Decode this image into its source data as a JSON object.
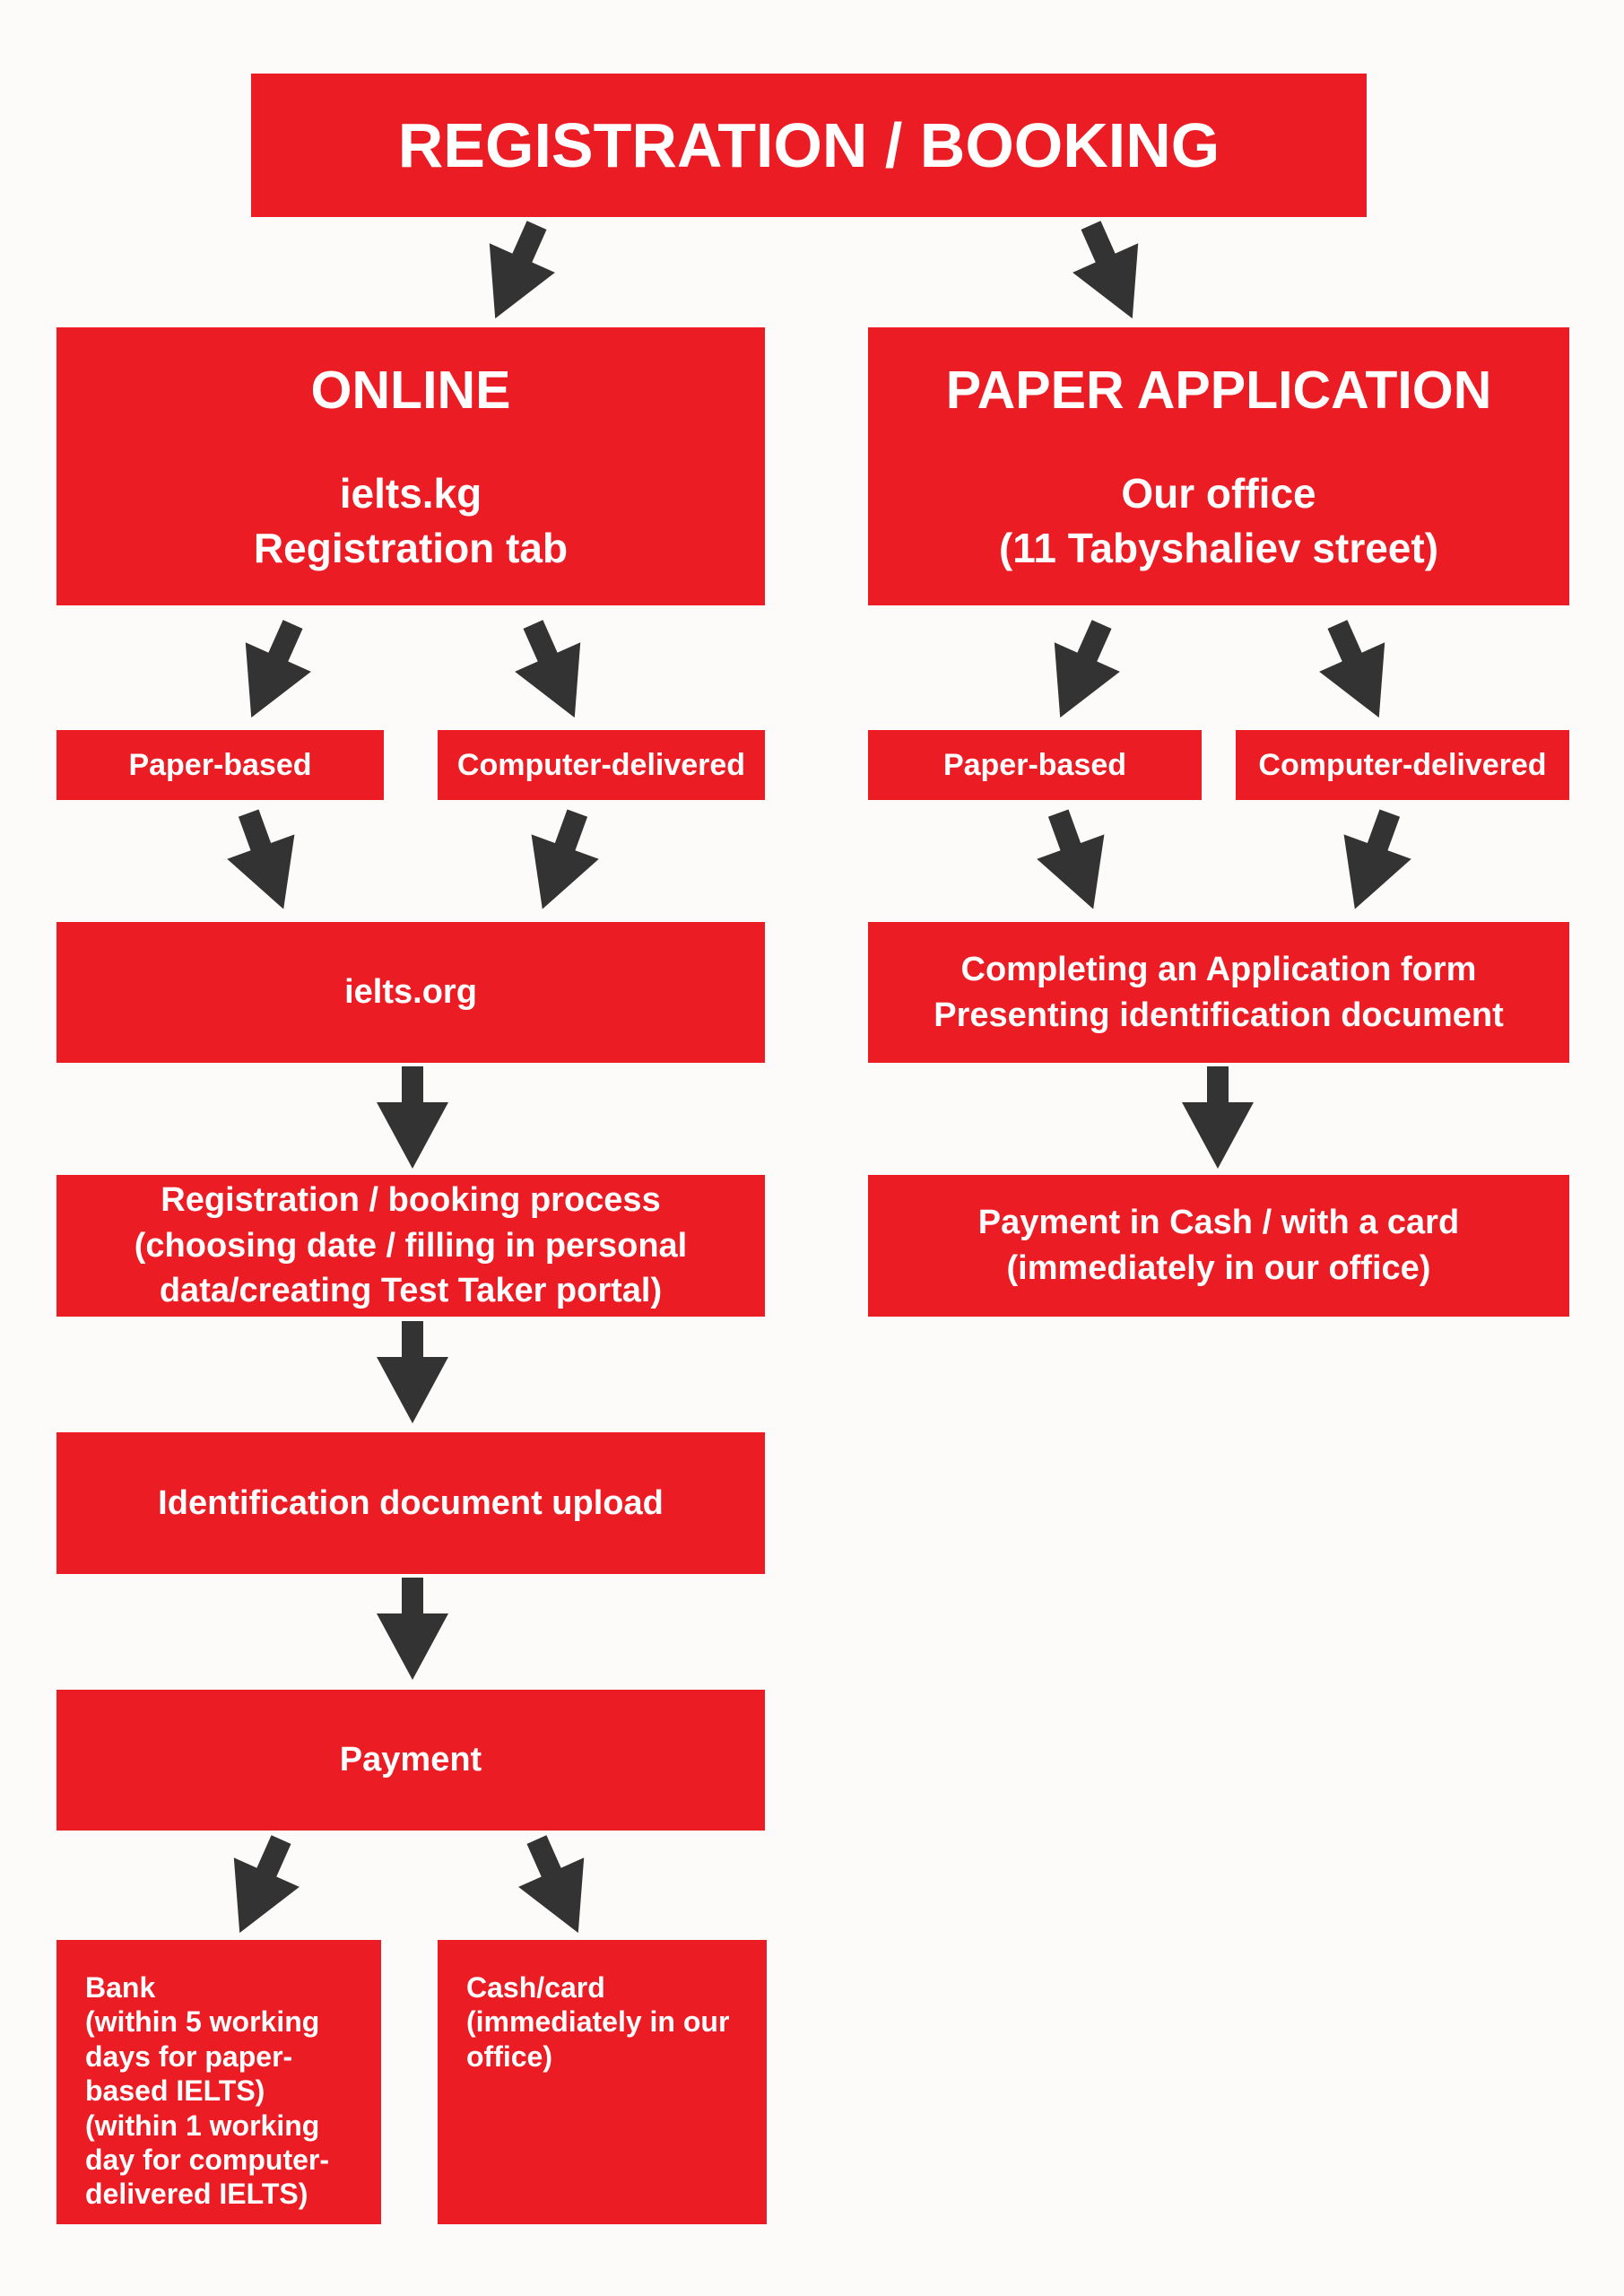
{
  "colors": {
    "box_red": "#EC1C24",
    "arrow_gray": "#333333",
    "text_white": "#FFFFFF",
    "background": "#FCFBFA"
  },
  "flowchart": {
    "title": "REGISTRATION / BOOKING",
    "online_branch": {
      "header": {
        "title": "ONLINE",
        "subtitle": "ielts.kg\nRegistration tab"
      },
      "paper_based_label": "Paper-based",
      "computer_delivered_label": "Computer-delivered",
      "ielts_org_label": "ielts.org",
      "registration_process": "Registration / booking process\n(choosing date / filling in personal\ndata/creating Test Taker portal)",
      "identification_upload": "Identification document upload",
      "payment_label": "Payment",
      "bank_option": "Bank\n(within 5 working days for paper-based IELTS)\n(within 1 working day for computer-delivered IELTS)",
      "cash_card_option": "Cash/card\n(immediately in our office)"
    },
    "paper_branch": {
      "header": {
        "title": "PAPER APPLICATION",
        "subtitle": "Our office\n(11 Tabyshaliev street)"
      },
      "paper_based_label": "Paper-based",
      "computer_delivered_label": "Computer-delivered",
      "application_step": "Completing an Application form\nPresenting identification document",
      "payment_step": "Payment in Cash / with a card\n(immediately in our office)"
    }
  }
}
